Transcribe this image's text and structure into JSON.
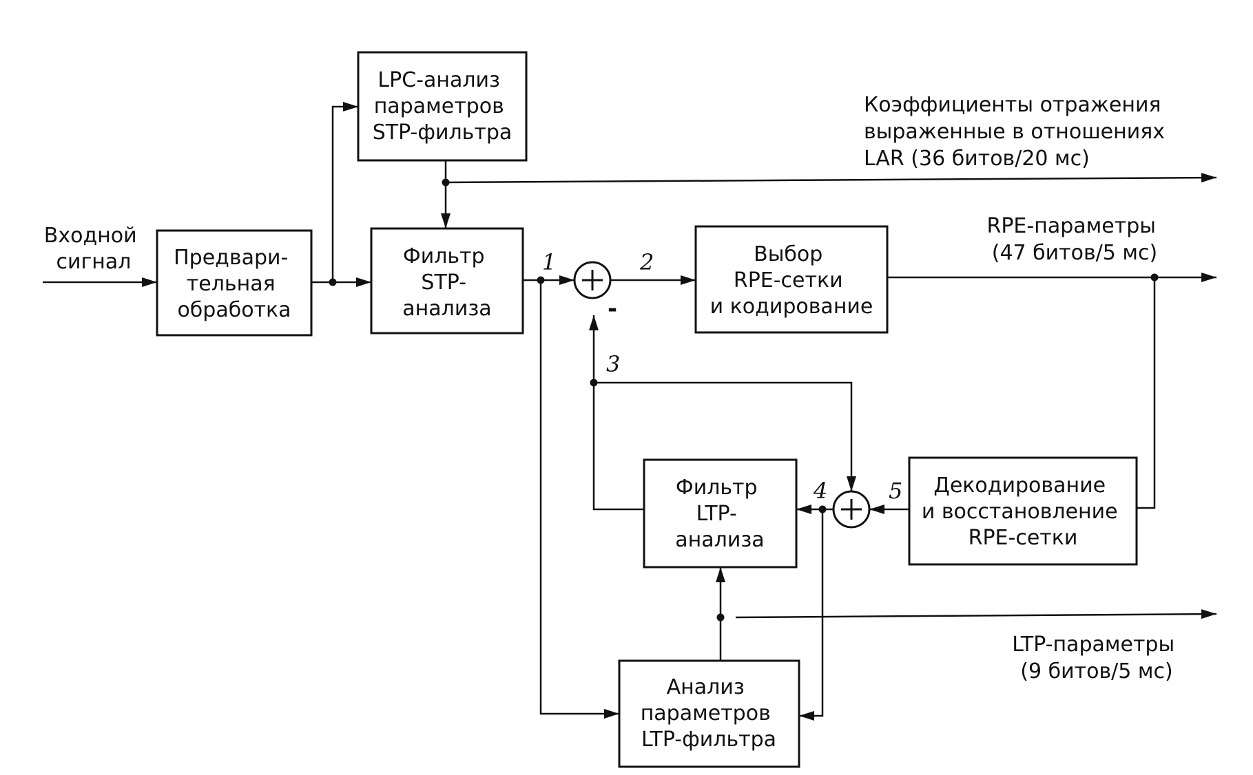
{
  "blocks": {
    "preproc": [
      "Предвари-",
      "тельная",
      "обработка"
    ],
    "lpc": [
      "LPC-анализ",
      "параметров",
      "STP-фильтра"
    ],
    "stp": [
      "Фильтр",
      "STP-",
      "анализа"
    ],
    "rpe_select": [
      "Выбор",
      "RPE-сетки",
      "и кодирование"
    ],
    "ltp_filter": [
      "Фильтр",
      "LTP-",
      "анализа"
    ],
    "ltp_params": [
      "Анализ",
      "параметров",
      "LTP-фильтра"
    ],
    "rpe_decode": [
      "Декодирование",
      "и восстановление",
      "RPE-сетки"
    ]
  },
  "labels": {
    "input": [
      "Входной",
      "сигнал"
    ],
    "lar": [
      "Коэффициенты отражения",
      "выраженные в отношениях",
      "LAR (36 битов/20 мс)"
    ],
    "rpe_out": [
      "RPE-параметры",
      "(47 битов/5 мс)"
    ],
    "ltp_out": [
      "LTP-параметры",
      "(9 битов/5 мс)"
    ]
  },
  "nodes": {
    "n1": "1",
    "n2": "2",
    "n3": "3",
    "n4": "4",
    "n5": "5",
    "minus": "-"
  }
}
